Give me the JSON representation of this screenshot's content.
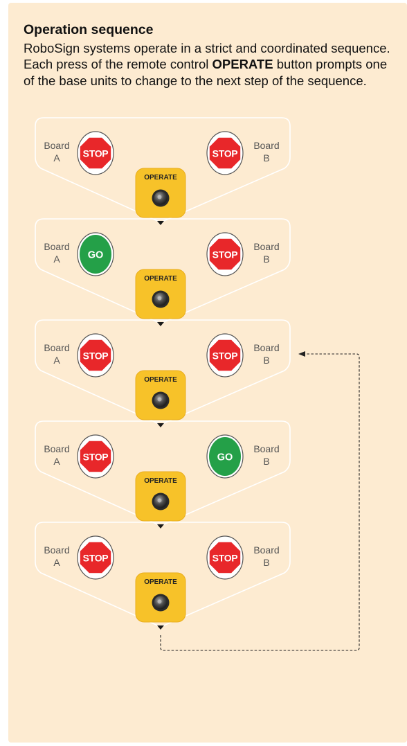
{
  "title": "Operation sequence",
  "description": {
    "part1": "RoboSign systems operate in a strict and coordinated sequence. Each press of the remote control ",
    "bold": "OPERATE",
    "part2": " button prompts one of the base units to change to the next step of the sequence."
  },
  "labels": {
    "board_word": "Board",
    "board_a": "A",
    "board_b": "B",
    "operate": "OPERATE",
    "stop": "STOP",
    "go": "GO"
  },
  "steps": [
    {
      "board_a": "STOP",
      "board_b": "STOP"
    },
    {
      "board_a": "GO",
      "board_b": "STOP"
    },
    {
      "board_a": "STOP",
      "board_b": "STOP"
    },
    {
      "board_a": "STOP",
      "board_b": "GO"
    },
    {
      "board_a": "STOP",
      "board_b": "STOP"
    }
  ],
  "loop": {
    "from_step": 5,
    "to_step": 2
  },
  "colors": {
    "panel": "#fdebd1",
    "stop": "#e8272a",
    "go": "#24a048",
    "operate_button": "#f7c229",
    "operate_knob": "#4a4a4a"
  }
}
